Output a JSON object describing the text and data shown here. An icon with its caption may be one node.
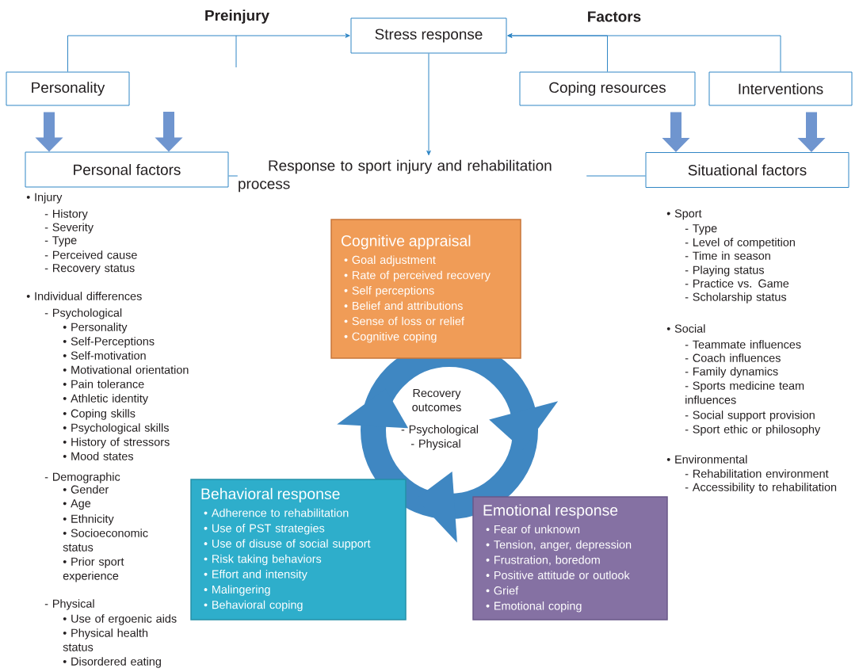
{
  "diagram": {
    "nodes": [
      {
        "text": [
          "Stress response"
        ]
      },
      {
        "text": [
          "Personality"
        ]
      },
      {
        "text": [
          "Coping resources"
        ]
      },
      {
        "text": [
          "Interventions"
        ]
      },
      {
        "text": [
          "Personal factors"
        ]
      },
      {
        "text": [
          "Response to sport injury and rehabilitation process"
        ]
      },
      {
        "text": [
          "Situational factors"
        ]
      },
      {
        "text": [
          "Cognitive appraisal",
          "• Goal adjustment",
          "• Rate of perceived recovery",
          "• Self perceptions",
          "• Belief and attributions",
          "• Sense of loss or relief",
          "• Cognitive coping"
        ]
      },
      {
        "text": [
          "Behavioral response",
          "• Adherence to rehabilitation",
          "• Use of PST strategies",
          "• Use of disuse of social support",
          "• Risk taking behaviors",
          "• Effort and intensity",
          "• Malingering",
          "• Behavioral coping"
        ]
      },
      {
        "text": [
          "Emotional response",
          "• Fear of unknown",
          "• Tension, anger, depression",
          "• Frustration, boredom",
          "• Positive attitude or outlook",
          "• Grief",
          "• Emotional coping"
        ]
      }
    ],
    "edges": [
      {
        "from": 1,
        "to": 0,
        "arrow": "to"
      },
      {
        "from": 2,
        "to": 0,
        "arrow": "to"
      },
      {
        "from": 3,
        "to": 0,
        "arrow": "to"
      },
      {
        "from": 0,
        "to": 5,
        "arrow": "to"
      },
      {
        "from": 4,
        "to": 5,
        "arrow": "none"
      },
      {
        "from": 5,
        "to": 6,
        "arrow": "none"
      },
      {
        "from": 1,
        "to": 4,
        "arrow": "to",
        "style": "thick",
        "color": "#6f95cf"
      },
      {
        "from": null,
        "to": 4,
        "arrow": "to",
        "style": "thick",
        "color": "#6f95cf"
      },
      {
        "from": 2,
        "to": 6,
        "arrow": "to",
        "style": "thick",
        "color": "#6f95cf"
      },
      {
        "from": 3,
        "to": 6,
        "arrow": "to",
        "style": "thick",
        "color": "#6f95cf"
      }
    ],
    "labels": [
      "Preinjury",
      "Factors",
      "• Injury",
      "- History",
      "- Severity",
      "- Type",
      "- Perceived cause",
      "- Recovery status",
      "• Individual differences",
      "- Psychological",
      "• Personality",
      "• Self-Perceptions",
      "• Self-motivation",
      "• Motivational orientation",
      "• Pain tolerance",
      "• Athletic identity",
      "• Coping skills",
      "• Psychological skills",
      "• History of stressors",
      "• Mood states",
      "- Demographic",
      "• Gender",
      "• Age",
      "• Ethnicity",
      "• Socioeconomic status",
      "• Prior sport experience",
      "- Physical",
      "• Use of ergoenic aids",
      "• Physical health status",
      "• Disordered eating",
      "• Sport",
      "- Type",
      "- Level of competition",
      "- Time in season",
      "- Playing status",
      "- Practice vs. Game",
      "- Scholarship status",
      "• Social",
      "- Teammate influences",
      "- Coach influences",
      "- Family dynamics",
      "- Sports medicine team influences",
      "- Social support provision",
      "- Sport ethic or philosophy",
      "• Environmental",
      "- Rehabilitation environment",
      "- Accessibility to rehabilitation",
      "Recovery outcomes",
      "- Psychological",
      "- Physical"
    ]
  }
}
